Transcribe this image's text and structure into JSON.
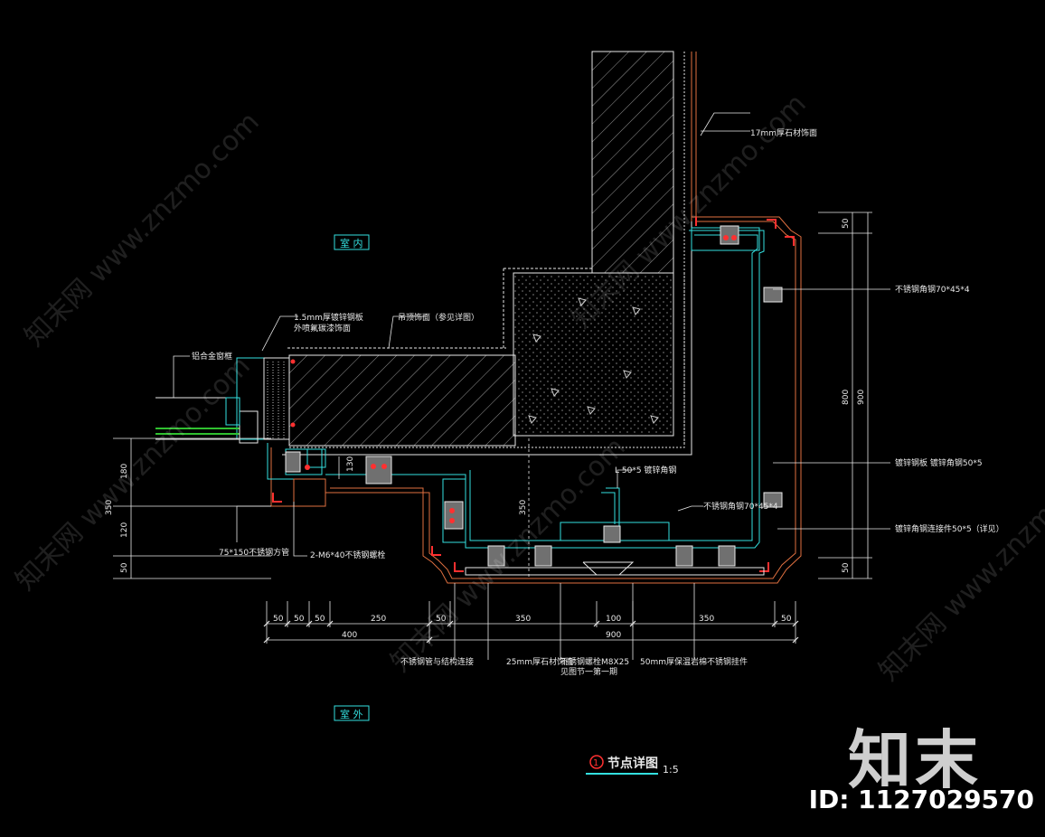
{
  "labels": {
    "interior": "室 内",
    "exterior": "室 外",
    "title_number": "1",
    "title": "节点详图",
    "scale": "1:5",
    "note_17mm": "17mm厚石材饰面",
    "note_15mm_line1": "1.5mm厚镀锌钢板",
    "note_15mm_line2": "外喷氟碳漆饰面",
    "note_ceiling": "吊顶饰面（参见详图）",
    "note_left_top": "铝合金窗框",
    "note_steel_top": "不锈钢角钢70*45*4",
    "note_steel_mid": "镀锌钢板 镀锌角钢50*5",
    "note_steel_bot": "镀锌角钢连接件50*5（详见）",
    "note_center_top": "L 50*5 镀锌角钢",
    "note_steel_center": "不锈钢角钢70*45*4",
    "note_75x150": "75*150不锈钢方管",
    "note_bolt": "2-M6*40不锈钢螺栓",
    "note_bottom_1": "不锈钢管与结构连接",
    "note_bottom_2": "25mm厚石材饰面",
    "note_bottom_3a": "不锈钢螺栓M8X25",
    "note_bottom_3b": "见图节一第一期",
    "note_bottom_4": "50mm厚保温岩棉",
    "note_bottom_5": "不锈钢挂件"
  },
  "dimensions": {
    "bottom_row1": [
      "50",
      "50",
      "50",
      "250",
      "50",
      "350",
      "100",
      "350",
      "50"
    ],
    "bottom_row2": [
      "400",
      "900"
    ],
    "left_col": [
      "180",
      "350",
      "120",
      "50"
    ],
    "right_inner": [
      "50",
      "800",
      "50"
    ],
    "right_outer": "900",
    "center_vertical": "350",
    "small_130": "130"
  },
  "watermark": {
    "text": "知末网 www.znzmo.com",
    "brand": "知末",
    "id_label": "ID: 1127029570"
  },
  "colors": {
    "background": "#000000",
    "lines_white": "#e8e8e8",
    "cyan": "#33e0e0",
    "red": "#ff3030",
    "orange": "#e07040",
    "green": "#30c030"
  }
}
